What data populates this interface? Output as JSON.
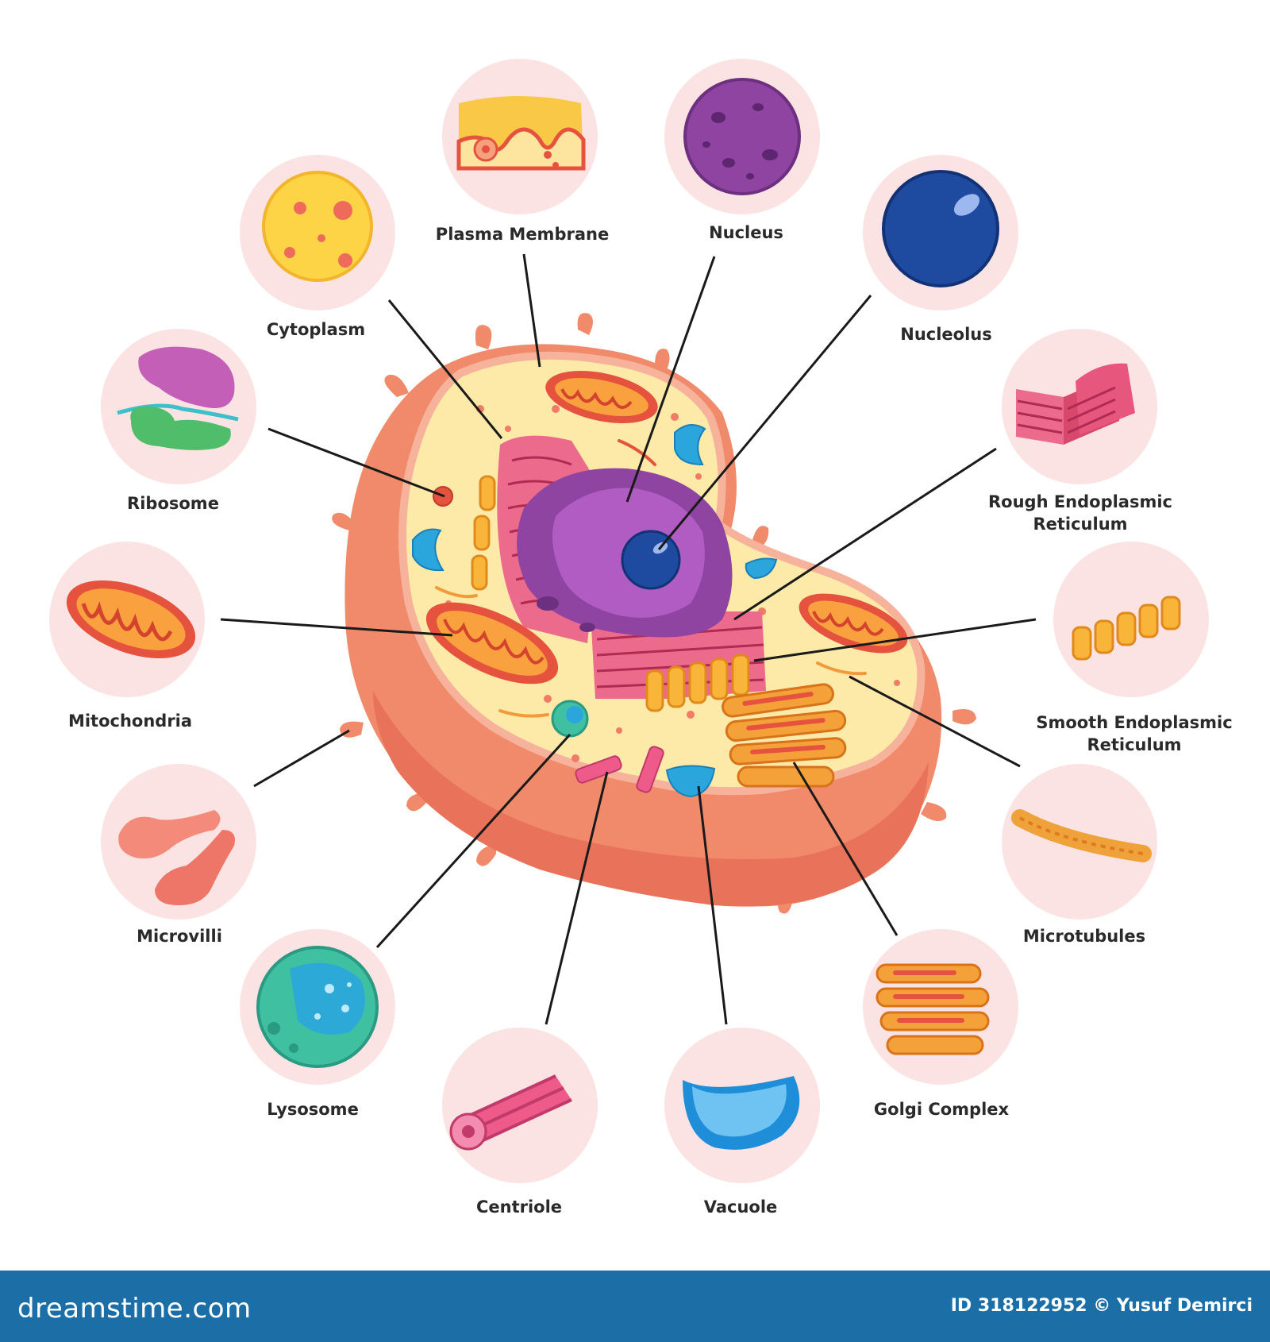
{
  "labels": {
    "plasma_membrane": "Plasma Membrane",
    "nucleus": "Nucleus",
    "cytoplasm": "Cytoplasm",
    "nucleolus": "Nucleolus",
    "ribosome": "Ribosome",
    "rough_er_line1": "Rough Endoplasmic",
    "rough_er_line2": "Reticulum",
    "mitochondria": "Mitochondria",
    "smooth_er_line1": "Smooth Endoplasmic",
    "smooth_er_line2": "Reticulum",
    "microvilli": "Microvilli",
    "microtubules": "Microtubules",
    "lysosome": "Lysosome",
    "golgi_complex": "Golgi Complex",
    "centriole": "Centriole",
    "vacuole": "Vacuole"
  },
  "footer": {
    "brand": "dreamstime.com",
    "stock_id": "ID 318122952 © Yusuf Demirci"
  },
  "colors": {
    "circle_bg": "#fbe3e3",
    "cell_outer": "#f08a6a",
    "cytoplasm": "#fdeaa8",
    "nucleus": "#9b4aa8",
    "nucleolus": "#1e4aa0",
    "footer_bg": "#1b6fa6"
  }
}
